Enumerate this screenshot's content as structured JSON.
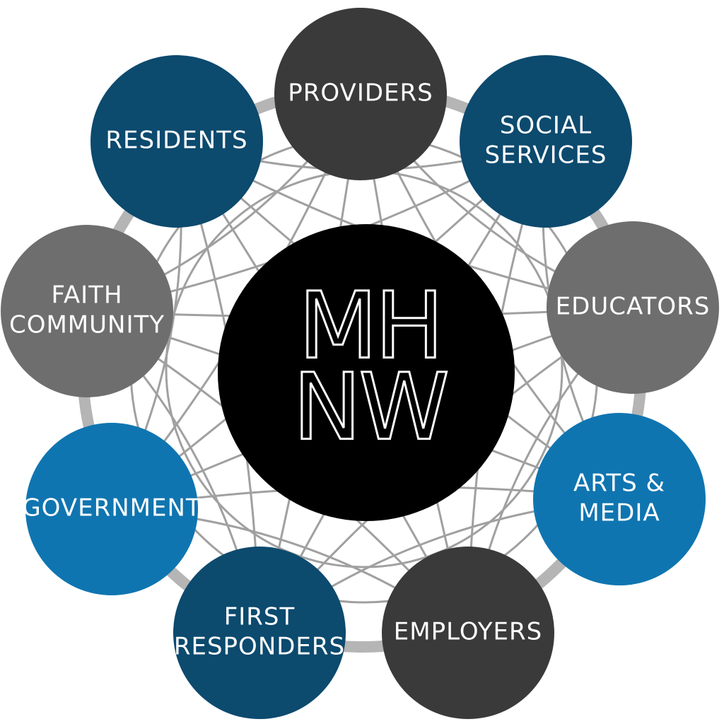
{
  "center": {
    "logo_line1": "MH",
    "logo_line2": "NW",
    "color": "#000000"
  },
  "nodes": [
    {
      "id": "providers",
      "lines": [
        "PROVIDERS"
      ],
      "color": "#3a3a3a"
    },
    {
      "id": "social-services",
      "lines": [
        "SOCIAL",
        "SERVICES"
      ],
      "color": "#0c4a6e"
    },
    {
      "id": "educators",
      "lines": [
        "EDUCATORS"
      ],
      "color": "#6e6e6e"
    },
    {
      "id": "arts-media",
      "lines": [
        "ARTS &",
        "MEDIA"
      ],
      "color": "#0f75b0"
    },
    {
      "id": "employers",
      "lines": [
        "EMPLOYERS"
      ],
      "color": "#3a3a3a"
    },
    {
      "id": "first-responders",
      "lines": [
        "FIRST",
        "RESPONDERS"
      ],
      "color": "#0c4a6e"
    },
    {
      "id": "government",
      "lines": [
        "GOVERNMENT"
      ],
      "color": "#0f75b0"
    },
    {
      "id": "faith-community",
      "lines": [
        "FAITH",
        "COMMUNITY"
      ],
      "color": "#6e6e6e"
    },
    {
      "id": "residents",
      "lines": [
        "RESIDENTS"
      ],
      "color": "#0c4a6e"
    }
  ],
  "colors": {
    "ring": "#b5b5b5",
    "web": "#a0a0a0"
  }
}
